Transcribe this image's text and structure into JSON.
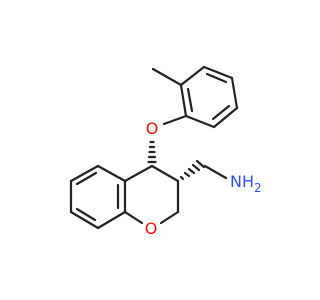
{
  "diagram": {
    "type": "chemical-structure",
    "atoms": {
      "ether_oxygen": {
        "label": "O",
        "color": "#ff0d0d"
      },
      "ring_oxygen": {
        "label": "O",
        "color": "#ff0d0d"
      },
      "amine_nitrogen": {
        "label": "NH",
        "subscript": "2",
        "color": "#3050f8"
      }
    }
  },
  "colors": {
    "bond": "#222222",
    "oxygen": "#ff0d0d",
    "nitrogen": "#3050f8",
    "background": "#ffffff"
  }
}
